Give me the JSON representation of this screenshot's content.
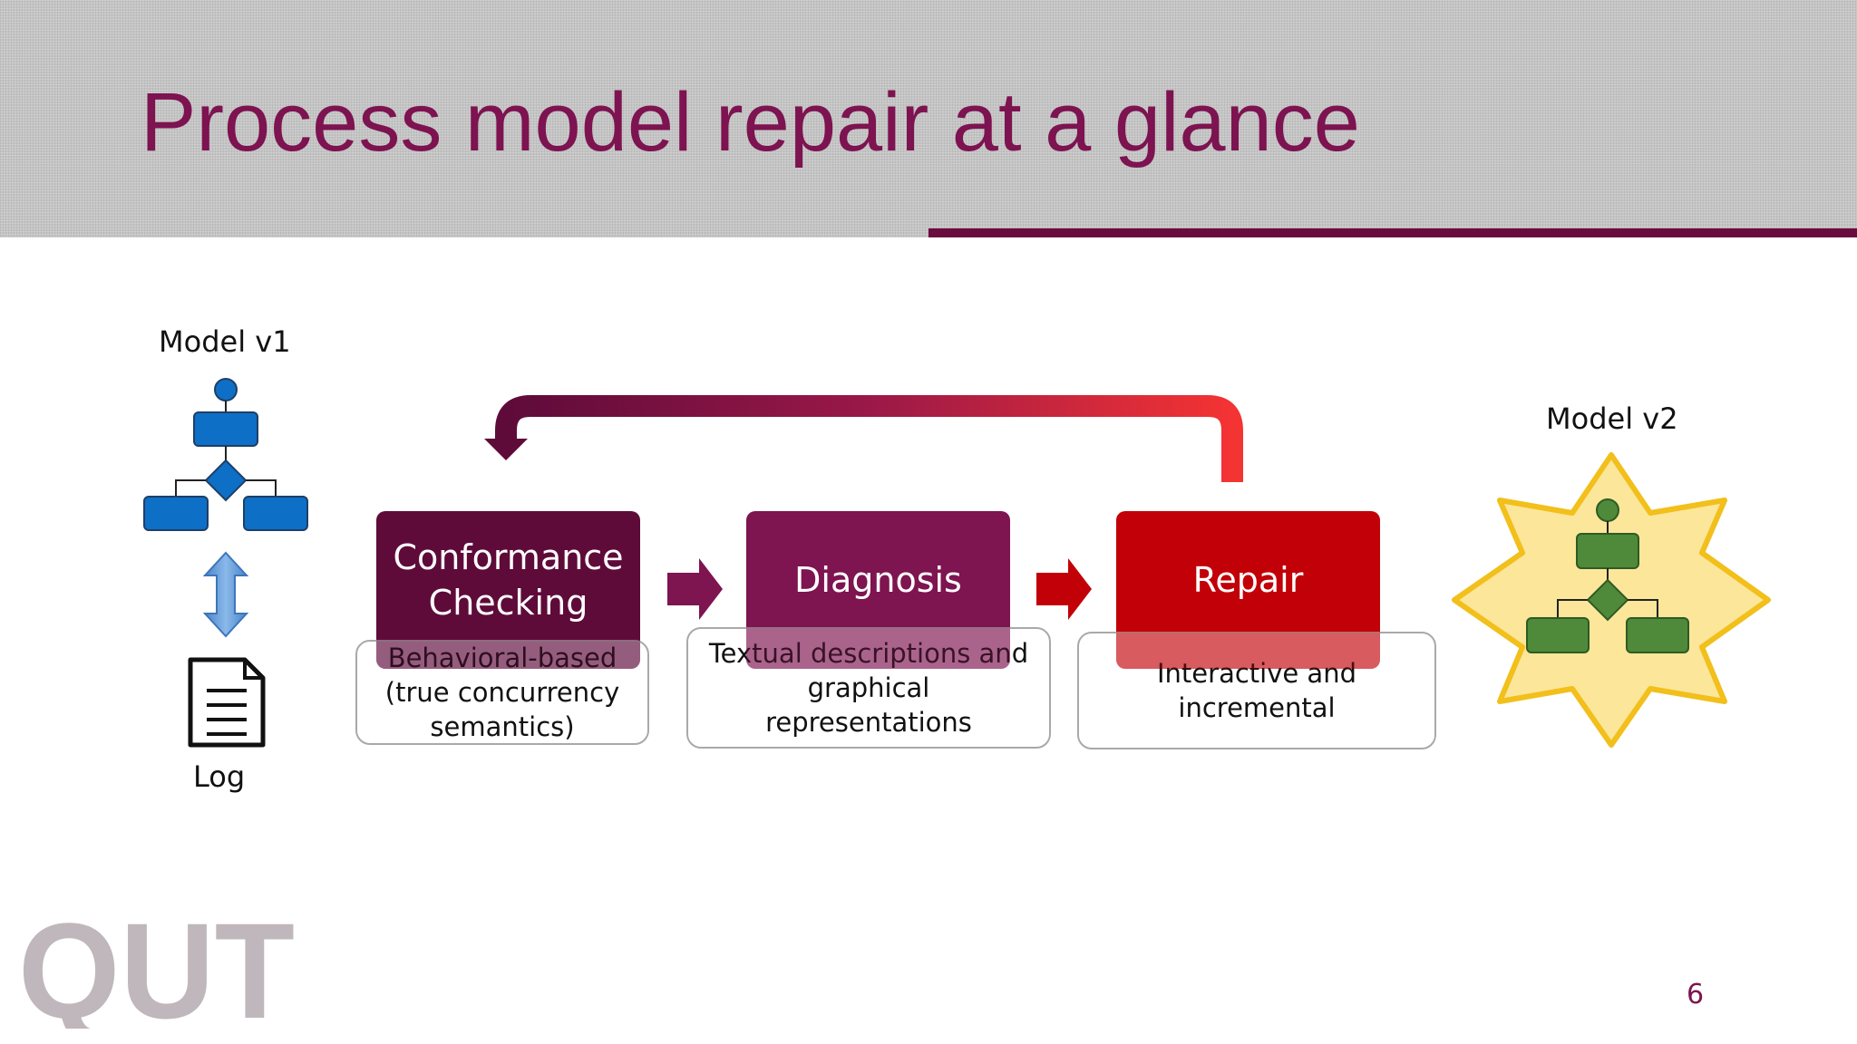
{
  "slide": {
    "title": "Process model repair at a glance",
    "page_number": "6"
  },
  "labels": {
    "model_v1": "Model v1",
    "model_v2": "Model v2",
    "log": "Log"
  },
  "stages": [
    {
      "label": "Conformance\nChecking",
      "color": "#5e0b3a",
      "description": "Behavioral-based\n(true concurrency\nsemantics)"
    },
    {
      "label": "Diagnosis",
      "color": "#7e1450",
      "description": "Textual descriptions and\ngraphical\nrepresentations"
    },
    {
      "label": "Repair",
      "color": "#c20007",
      "description": "Interactive and\nincremental"
    }
  ],
  "colors": {
    "accent": "#7d1350",
    "model_v1_fill": "#0e6fc6",
    "model_v2_fill": "#4e8a3a",
    "star_fill": "#fbe69a",
    "star_stroke": "#f2bf1b",
    "loop_gradient_start": "#5e0b3a",
    "loop_gradient_end": "#f43333"
  },
  "icons": {
    "log": "document-icon",
    "sync": "double-arrow-icon",
    "logo": "qut-logo"
  },
  "logo_text": "QUT"
}
